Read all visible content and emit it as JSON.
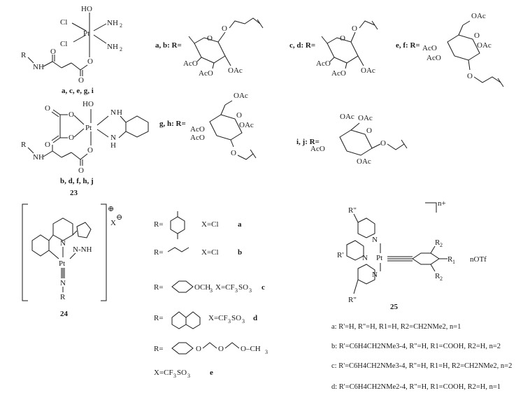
{
  "top": {
    "pt1": "Pt",
    "ho1": "HO",
    "cl_a": "Cl",
    "cl_b": "Cl",
    "nh2_top": "NH",
    "nh2_bot": "NH",
    "sub2": "2",
    "r1": "R",
    "nh1": "NH",
    "o1a": "O",
    "o1b": "O",
    "label1": "a, c, e, g, i",
    "pt2": "Pt",
    "ho2": "HO",
    "o2a": "O",
    "o2b": "O",
    "o2c": "O",
    "o2d": "O",
    "o2e": "O",
    "o2f": "O",
    "n2a": "N",
    "n2b": "N",
    "h2a": "H",
    "h2b": "H",
    "r2": "R",
    "nh2": "NH",
    "label2": "b, d, f, h, j",
    "num23": "23"
  },
  "sugars": {
    "ab": "a, b: R=",
    "cd": "c, d: R=",
    "ef": "e, f: R=",
    "gh": "g, h: R=",
    "ij": "i, j: R=",
    "o": "O",
    "oac": "OAc",
    "aco": "AcO",
    "aco_short": "AcO"
  },
  "c24": {
    "n": "N",
    "pt": "Pt",
    "nnh": "N-NH",
    "nmid": "N",
    "r": "R",
    "x": "X",
    "ominus": "⊖",
    "oplus": "⊕",
    "num": "24",
    "rows": [
      {
        "r": "R=",
        "x": "X=Cl",
        "l": "a"
      },
      {
        "r": "R=",
        "x": "X=Cl",
        "l": "b"
      },
      {
        "r": "R=",
        "sub": "OCH",
        "sub3": "3",
        "x": "X=CF",
        "x3": "3",
        "xs": "SO",
        "xs3": "3",
        "l": "c"
      },
      {
        "r": "R=",
        "x": "X=CF",
        "x3": "3",
        "xs": "SO",
        "xs3": "3",
        "l": "d"
      },
      {
        "r": "R=",
        "o": "O",
        "och3": "O–CH",
        "och3s": "3"
      },
      {
        "x": "X=CF",
        "x3": "3",
        "xs": "SO",
        "xs3": "3",
        "l": "e"
      }
    ]
  },
  "c25": {
    "charge": "n+",
    "rpp_top": "R\"",
    "rpp_bot": "R\"",
    "rp": "R'",
    "n_top": "N",
    "n_mid": "N",
    "n_bot": "N",
    "pt": "Pt",
    "r2a": "R",
    "r2b": "R",
    "r1": "R",
    "s2": "2",
    "s1": "1",
    "counter": "nOTf",
    "num": "25",
    "lines": [
      "a: R'=H, R\"=H, R1=H, R2=CH2NMe2, n=1",
      "b: R'=C6H4CH2NMe3-4, R\"=H, R1=COOH, R2=H, n=2",
      "c: R'=C6H4CH2NMe3-4, R\"=H, R1=H, R2=CH2NMe2, n=2",
      "d: R'=C6H4CH2NMe2-4, R\"=H, R1=COOH, R2=H, n=1"
    ]
  }
}
